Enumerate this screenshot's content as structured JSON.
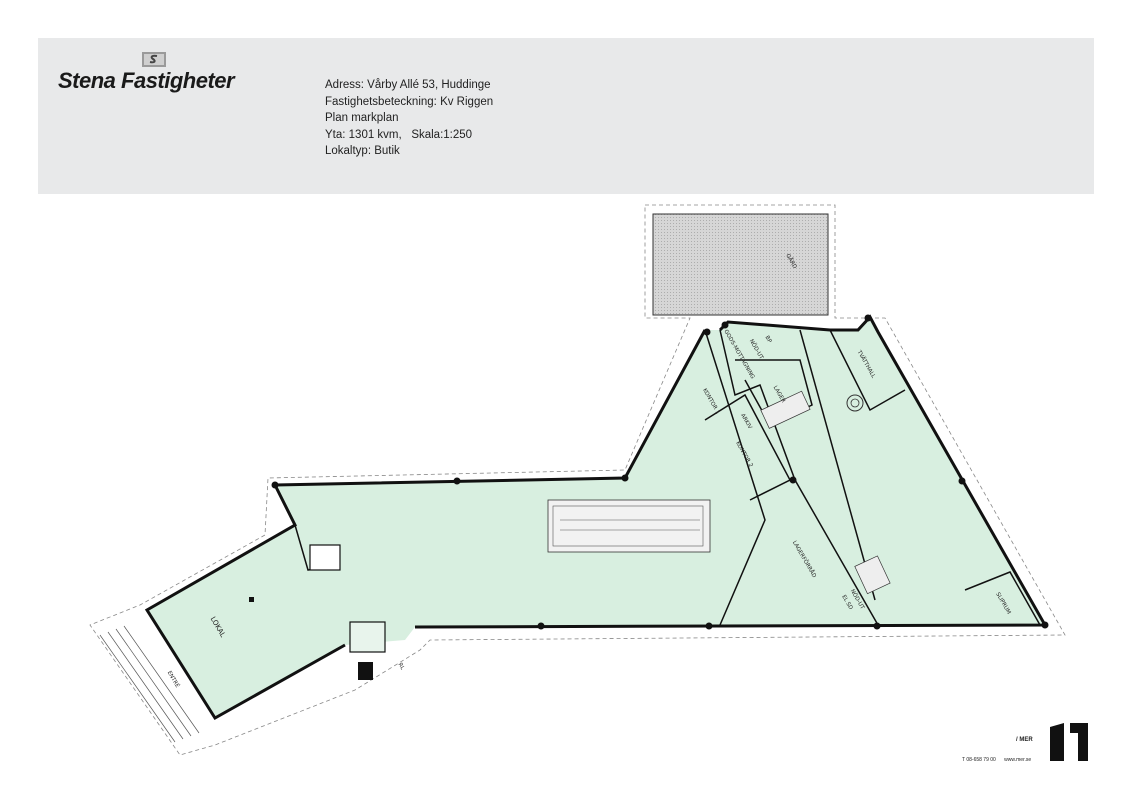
{
  "header": {
    "company": "Stena Fastigheter",
    "address": "Adress: Vårby Allé 53, Huddinge",
    "property": "Fastighetsbeteckning: Kv Riggen",
    "plan": "Plan markplan",
    "area": "Yta: 1301 kvm,",
    "scale": "Skala:1:250",
    "type": "Lokaltyp: Butik"
  },
  "rooms": {
    "gard": "GÅRD",
    "lokal": "LOKAL",
    "entre": "ENTRÉ",
    "tvatthall": "TVÄTTHALL",
    "lager": "LAGER",
    "arkiv": "ARKIV",
    "kontor1": "KONTOR 1",
    "kontor2": "KONTOR 2",
    "godsmottagning": "GODS-MOTTAGNING",
    "nodut": "NÖD-UT",
    "bp": "BP",
    "lagerforrad": "LAGERFÖRRÅD",
    "nodut2": "NÖD-UT",
    "elsd": "EL SD",
    "sliprum": "SLIPRUM",
    "rl": "RL"
  },
  "footer": {
    "brand": "/ MER",
    "phone": "T 08-658 79 00",
    "web": "www.mer.se"
  },
  "colors": {
    "floor": "#d8efe0",
    "header_bg": "#e8e9ea",
    "wall": "#111111",
    "yard": "#c8c8c8"
  }
}
